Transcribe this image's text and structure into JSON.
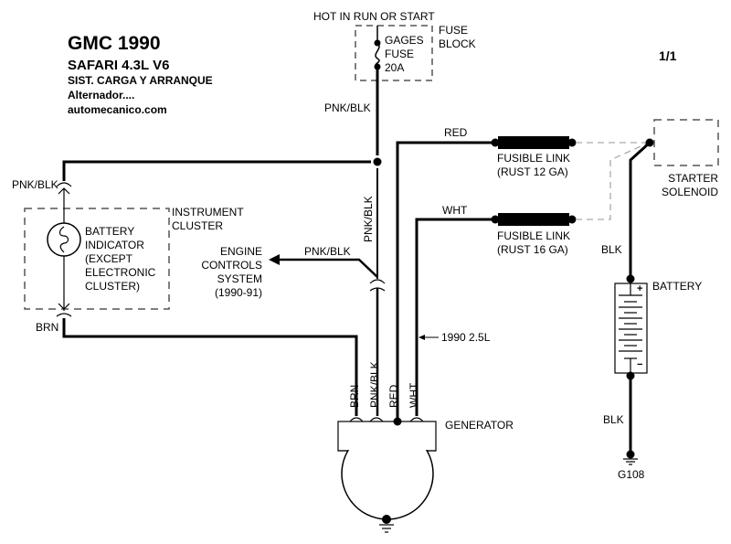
{
  "header": {
    "make_year": "GMC 1990",
    "model": "SAFARI  4.3L  V6",
    "system": "SIST. CARGA Y ARRANQUE",
    "component": "Alternador....",
    "website": "automecanico.com",
    "page": "1/1"
  },
  "fuse": {
    "supply_label": "HOT IN RUN OR START",
    "name_lines": [
      "GAGES",
      "FUSE",
      "20A"
    ],
    "block_lines": [
      "FUSE",
      "BLOCK"
    ]
  },
  "wires": {
    "fuse_out": "PNK/BLK",
    "cluster_in": "PNK/BLK",
    "cluster_out": "BRN",
    "vertical_pnk": "PNK/BLK",
    "engine_branch": "PNK/BLK",
    "red": "RED",
    "wht": "WHT",
    "blk_top": "BLK",
    "blk_bottom": "BLK",
    "year_note": "1990 2.5L"
  },
  "instrument_cluster": {
    "label_lines": [
      "INSTRUMENT",
      "CLUSTER"
    ],
    "indicator_lines": [
      "BATTERY",
      "INDICATOR",
      "(EXCEPT",
      "ELECTRONIC",
      "CLUSTER)"
    ]
  },
  "engine_controls": {
    "label_lines": [
      "ENGINE",
      "CONTROLS",
      "SYSTEM",
      "(1990-91)"
    ]
  },
  "fusible_links": [
    {
      "label": "FUSIBLE LINK",
      "spec": "(RUST 12 GA)"
    },
    {
      "label": "FUSIBLE LINK",
      "spec": "(RUST 16 GA)"
    }
  ],
  "starter": {
    "label_lines": [
      "STARTER",
      "SOLENOID"
    ]
  },
  "battery": {
    "label": "BATTERY",
    "plus": "+",
    "minus": "−",
    "ground": "G108"
  },
  "generator": {
    "label": "GENERATOR",
    "pins": [
      "BRN",
      "PNK/BLK",
      "RED",
      "WHT"
    ]
  },
  "colors": {
    "wire": "#000000",
    "dashed_box": "#555555",
    "fusible_dashed": "#aaaaaa"
  }
}
